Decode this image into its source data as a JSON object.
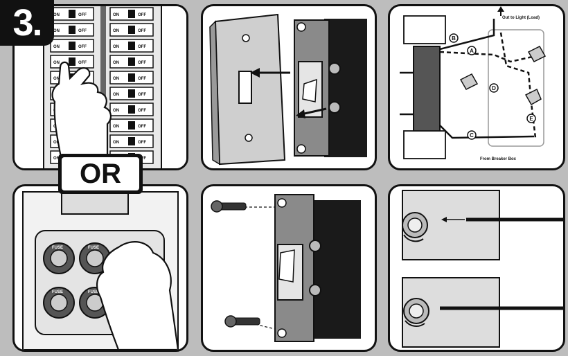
{
  "step_number": "3.",
  "or_label": "OR",
  "breaker_labels": {
    "on": "ON",
    "off": "OFF"
  },
  "fuse_label": "FUSE",
  "wiring": {
    "out_label": "Out to Light (Load)",
    "from_label": "From Breaker Box",
    "markers": [
      "A",
      "B",
      "C",
      "D",
      "E"
    ]
  },
  "colors": {
    "ink": "#111111",
    "paper": "#ffffff",
    "background": "#bdbdbd",
    "metal": "#8a8a8a"
  }
}
